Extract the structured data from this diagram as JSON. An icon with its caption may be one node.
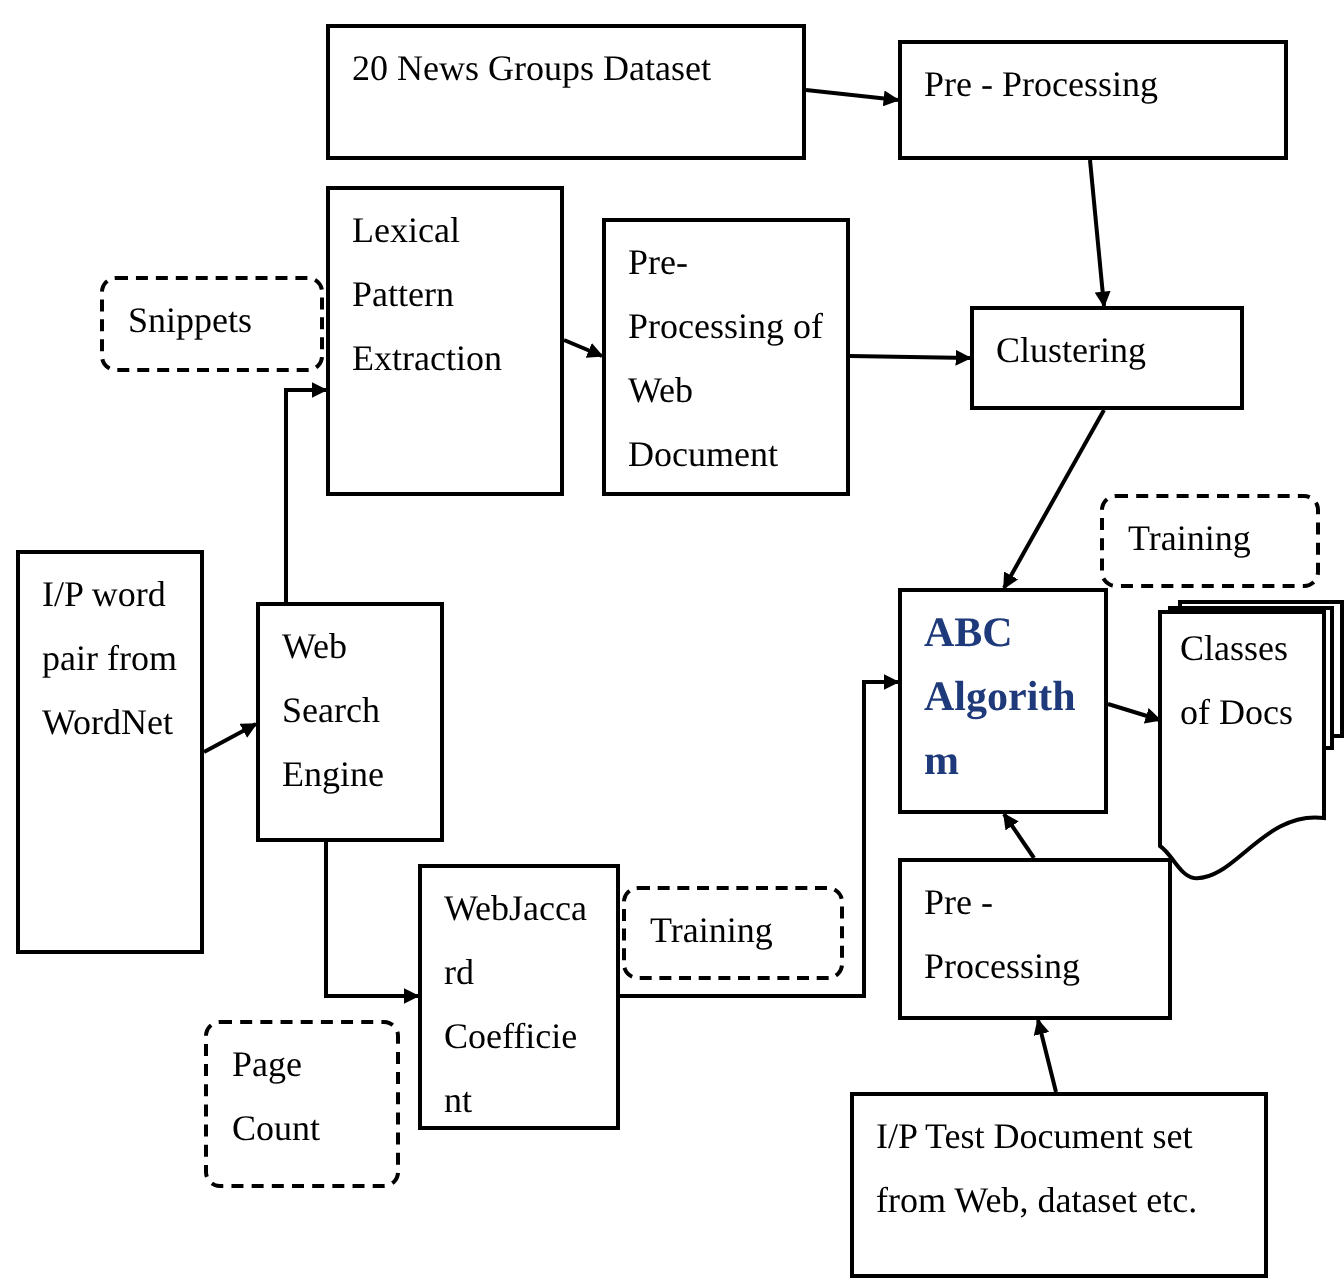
{
  "diagram": {
    "nodes": [
      {
        "text": [
          "20 News Groups Dataset"
        ]
      },
      {
        "text": [
          "Pre - Processing"
        ]
      },
      {
        "text": [
          "Snippets"
        ]
      },
      {
        "text": [
          "Lexical Pattern Extraction"
        ]
      },
      {
        "text": [
          "Pre-Processing of Web Document"
        ]
      },
      {
        "text": [
          "Clustering"
        ]
      },
      {
        "text": [
          "I/P word pair from WordNet"
        ]
      },
      {
        "text": [
          "Web Search Engine"
        ]
      },
      {
        "text": [
          "Training"
        ]
      },
      {
        "text": [
          "ABC Algorithm"
        ]
      },
      {
        "text": [
          "Classes of Docs"
        ]
      },
      {
        "text": [
          "WebJaccard Coefficient"
        ]
      },
      {
        "text": [
          "Training"
        ]
      },
      {
        "text": [
          "Pre - Processing"
        ]
      },
      {
        "text": [
          "Page Count"
        ]
      },
      {
        "text": [
          "I/P Test Document set from Web, dataset etc."
        ]
      }
    ],
    "edges": [
      {
        "from": 0,
        "to": 1,
        "arrow": "to"
      },
      {
        "from": 1,
        "to": 5,
        "arrow": "to"
      },
      {
        "from": 3,
        "to": 4,
        "arrow": "to"
      },
      {
        "from": 4,
        "to": 5,
        "arrow": "to"
      },
      {
        "from": 7,
        "to": 3,
        "arrow": "to"
      },
      {
        "from": 6,
        "to": 7,
        "arrow": "to"
      },
      {
        "from": 7,
        "to": 11,
        "arrow": "to"
      },
      {
        "from": 11,
        "to": 9,
        "arrow": "to"
      },
      {
        "from": 5,
        "to": 9,
        "arrow": "to"
      },
      {
        "from": 9,
        "to": 10,
        "arrow": "to"
      },
      {
        "from": 13,
        "to": 9,
        "arrow": "to"
      },
      {
        "from": 15,
        "to": 13,
        "arrow": "to"
      }
    ]
  }
}
